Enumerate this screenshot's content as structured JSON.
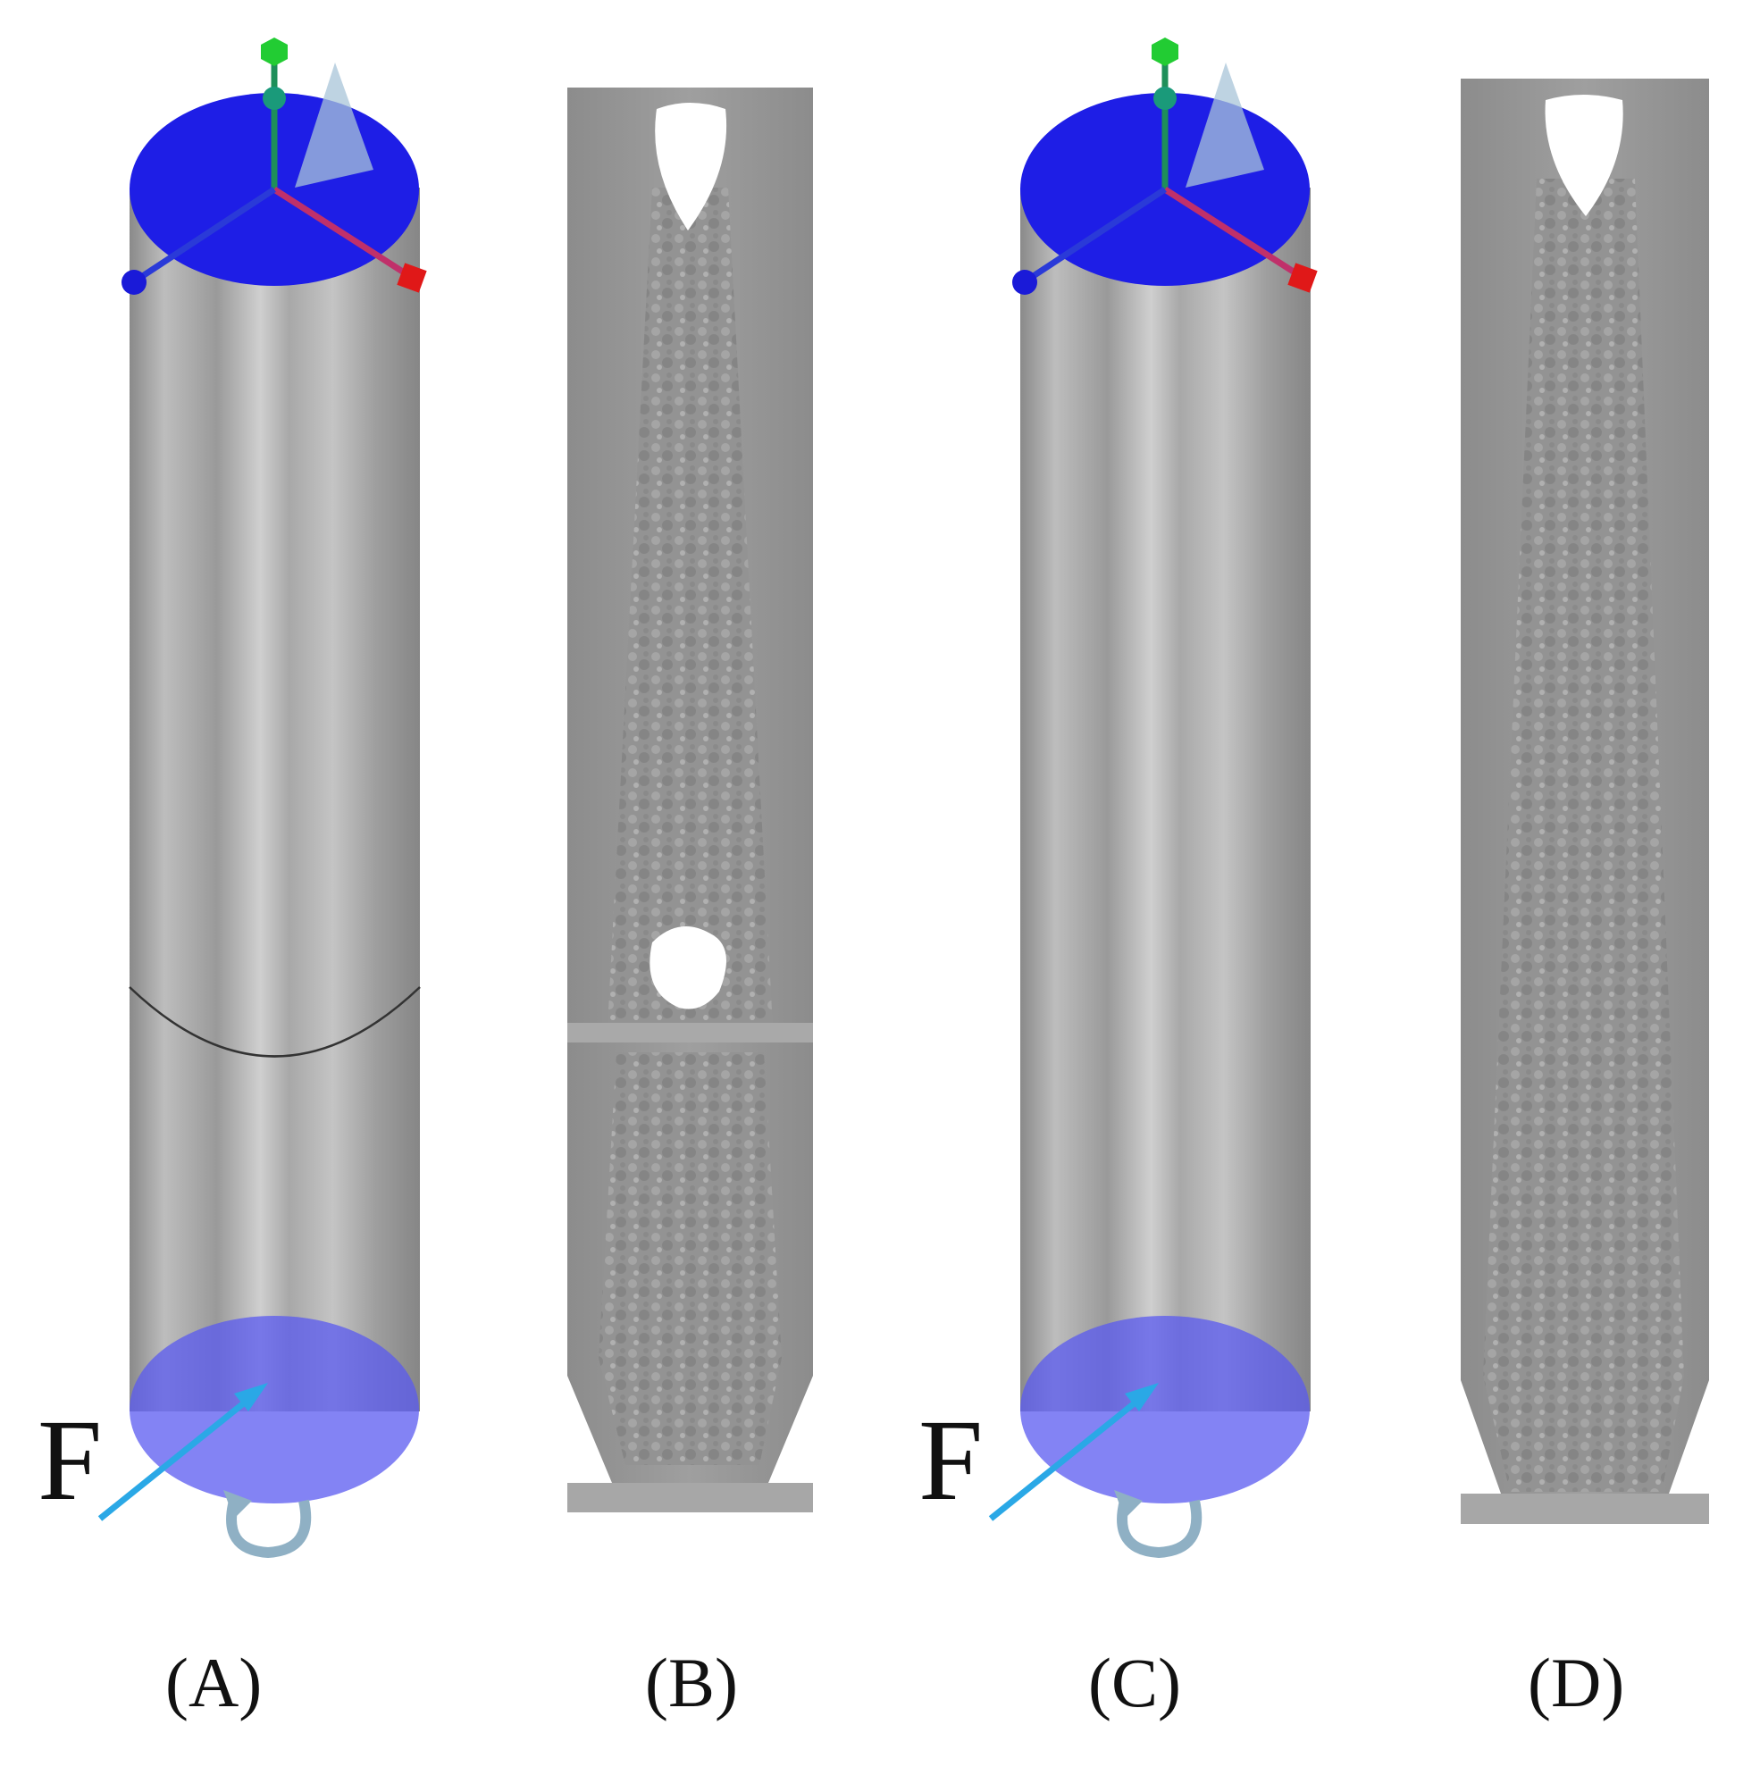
{
  "panels": {
    "a": {
      "caption": "(A)",
      "force_label": "F"
    },
    "b": {
      "caption": "(B)"
    },
    "c": {
      "caption": "(C)",
      "force_label": "F"
    },
    "d": {
      "caption": "(D)"
    }
  },
  "colors": {
    "cylinder_gray": "#9c9c9c",
    "face_blue": "#1e1ee6",
    "face_blue_translucent": "#5a5af0",
    "axis_green": "#22cc33",
    "axis_red": "#e01818",
    "axis_blue": "#1a1ad8",
    "force_arrow": "#2aa8e6",
    "moment_arrow": "#8fb0c4",
    "optimized_gray": "#8f8f8f"
  },
  "icons": [
    "gizmo-axes-icon",
    "force-arrow-icon",
    "moment-arrow-icon"
  ]
}
